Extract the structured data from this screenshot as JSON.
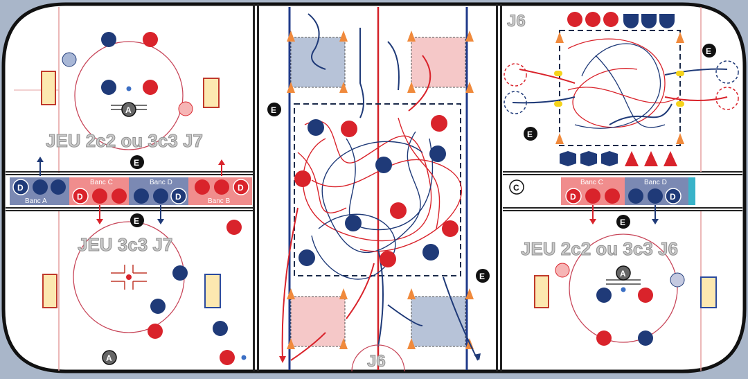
{
  "zones": {
    "top_left_title": "JEU 2c2 ou 3c3 J7",
    "bottom_left_title": "JEU 3c3 J7",
    "bottom_right_title": "JEU 2c2 ou 3c3 J6",
    "top_right_label": "J6",
    "center_bottom_label": "J6"
  },
  "markers": {
    "coach": "E",
    "referee": "A",
    "defense": "D",
    "captain": "C"
  },
  "benches": {
    "bench_a": "Banc A",
    "bench_b": "Banc B",
    "bench_c_left": "Banc C",
    "bench_d_left": "Banc D",
    "bench_c_right": "Banc C",
    "bench_d_right": "Banc D"
  },
  "colors": {
    "red_team": "#d9232b",
    "blue_team": "#1f3a78",
    "rink_line_red": "#d32027",
    "rink_line_blue": "#1f3a8a",
    "board": "#111111",
    "cone": "#f08a3c",
    "dashed_zone": "#1a2a4a"
  }
}
